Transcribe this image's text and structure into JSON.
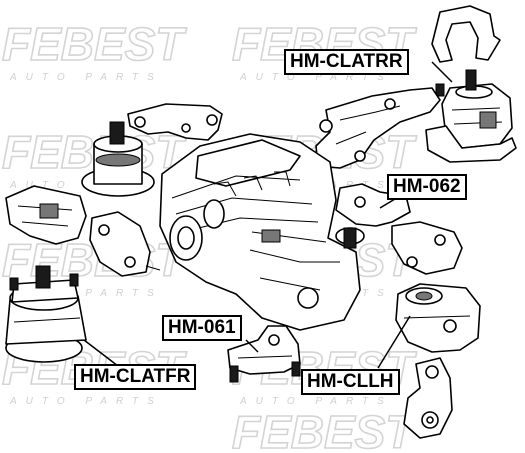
{
  "brand": {
    "watermark_text": "FEBEST",
    "watermark_sub": "AUTO PARTS",
    "watermark_color": "#d4d4d4"
  },
  "labels": {
    "hm_clatrr": "HM-CLATRR",
    "hm_062": "HM-062",
    "hm_061": "HM-061",
    "hm_clatfr": "HM-CLATFR",
    "hm_cllh": "HM-CLLH"
  },
  "colors": {
    "line": "#000000",
    "label_bg": "#ffffff",
    "background": "#ffffff"
  }
}
